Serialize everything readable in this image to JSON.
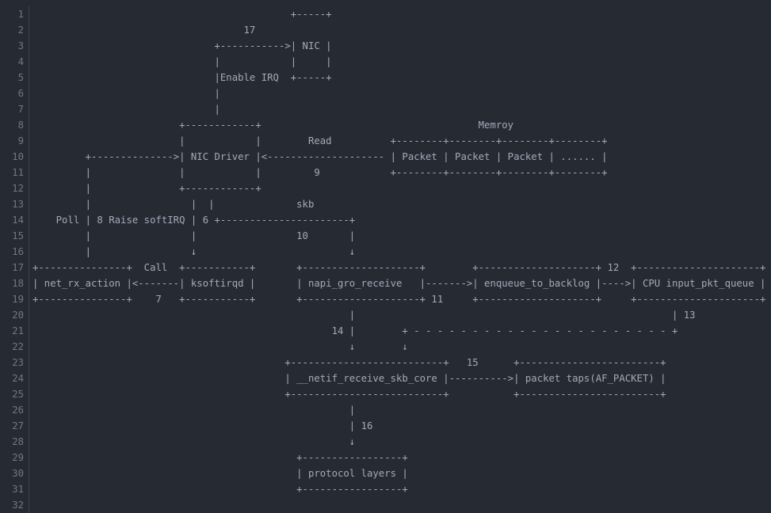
{
  "editor": {
    "colors": {
      "background": "#262b33",
      "gutter_text": "#6e7787",
      "gutter_border": "#3a404c",
      "code_text": "#a2aab9"
    },
    "lines": [
      {
        "number": "1",
        "segments": [
          [
            44,
            "+-----+"
          ]
        ]
      },
      {
        "number": "2",
        "segments": [
          [
            36,
            "17"
          ]
        ]
      },
      {
        "number": "3",
        "segments": [
          [
            31,
            "+----------->| NIC |"
          ]
        ]
      },
      {
        "number": "4",
        "segments": [
          [
            31,
            "|"
          ],
          [
            44,
            "|"
          ],
          [
            50,
            "|"
          ]
        ]
      },
      {
        "number": "5",
        "segments": [
          [
            31,
            "|Enable IRQ"
          ],
          [
            44,
            "+-----+"
          ]
        ]
      },
      {
        "number": "6",
        "segments": [
          [
            31,
            "|"
          ]
        ]
      },
      {
        "number": "7",
        "segments": [
          [
            31,
            "|"
          ]
        ]
      },
      {
        "number": "8",
        "segments": [
          [
            25,
            "+------------+"
          ],
          [
            76,
            "Memroy"
          ]
        ]
      },
      {
        "number": "9",
        "segments": [
          [
            25,
            "|"
          ],
          [
            38,
            "|"
          ],
          [
            47,
            "Read"
          ],
          [
            61,
            "+--------+--------+--------+--------+"
          ]
        ]
      },
      {
        "number": "10",
        "segments": [
          [
            9,
            "+-------------->| NIC Driver |<--------------------"
          ],
          [
            61,
            "| Packet | Packet | Packet | ...... |"
          ]
        ]
      },
      {
        "number": "11",
        "segments": [
          [
            9,
            "|"
          ],
          [
            25,
            "|"
          ],
          [
            38,
            "|"
          ],
          [
            48,
            "9"
          ],
          [
            61,
            "+--------+--------+--------+--------+"
          ]
        ]
      },
      {
        "number": "12",
        "segments": [
          [
            9,
            "|"
          ],
          [
            25,
            "+------------+"
          ]
        ]
      },
      {
        "number": "13",
        "segments": [
          [
            9,
            "|"
          ],
          [
            27,
            "|"
          ],
          [
            30,
            "|"
          ],
          [
            45,
            "skb"
          ]
        ]
      },
      {
        "number": "14",
        "segments": [
          [
            4,
            "Poll | 8"
          ],
          [
            13,
            "Raise softIRQ | 6 +----------------------+"
          ]
        ]
      },
      {
        "number": "15",
        "segments": [
          [
            9,
            "|"
          ],
          [
            27,
            "|"
          ],
          [
            45,
            "10"
          ],
          [
            54,
            "|"
          ]
        ]
      },
      {
        "number": "16",
        "segments": [
          [
            9,
            "|"
          ],
          [
            27,
            "↓"
          ],
          [
            54,
            "↓"
          ]
        ]
      },
      {
        "number": "17",
        "segments": [
          [
            0,
            "+---------------+"
          ],
          [
            19,
            "Call"
          ],
          [
            25,
            "+-----------+"
          ],
          [
            45,
            "+--------------------+"
          ],
          [
            75,
            "+--------------------+"
          ],
          [
            98,
            "12"
          ],
          [
            102,
            "+---------------------+"
          ]
        ]
      },
      {
        "number": "18",
        "segments": [
          [
            0,
            "| net_rx_action |<-------| ksoftirqd |"
          ],
          [
            45,
            "| napi_gro_receive   |------->| enqueue_to_backlog |---->| CPU input_pkt_queue |"
          ]
        ]
      },
      {
        "number": "19",
        "segments": [
          [
            0,
            "+---------------+"
          ],
          [
            21,
            "7"
          ],
          [
            25,
            "+-----------+"
          ],
          [
            45,
            "+--------------------+"
          ],
          [
            68,
            "11"
          ],
          [
            75,
            "+--------------------+"
          ],
          [
            102,
            "+---------------------+"
          ]
        ]
      },
      {
        "number": "20",
        "segments": [
          [
            54,
            "|"
          ],
          [
            109,
            "| 13"
          ]
        ]
      },
      {
        "number": "21",
        "segments": [
          [
            51,
            "14 |"
          ],
          [
            63,
            "+ - - - - - - - - - - - - - - - - - - - - - - +"
          ]
        ]
      },
      {
        "number": "22",
        "segments": [
          [
            54,
            "↓"
          ],
          [
            63,
            "↓"
          ]
        ]
      },
      {
        "number": "23",
        "segments": [
          [
            43,
            "+--------------------------+"
          ],
          [
            74,
            "15"
          ],
          [
            82,
            "+------------------------+"
          ]
        ]
      },
      {
        "number": "24",
        "segments": [
          [
            43,
            "| __netif_receive_skb_core |---------->| packet taps(AF_PACKET) |"
          ]
        ]
      },
      {
        "number": "25",
        "segments": [
          [
            43,
            "+--------------------------+"
          ],
          [
            82,
            "+------------------------+"
          ]
        ]
      },
      {
        "number": "26",
        "segments": [
          [
            54,
            "|"
          ]
        ]
      },
      {
        "number": "27",
        "segments": [
          [
            54,
            "| 16"
          ]
        ]
      },
      {
        "number": "28",
        "segments": [
          [
            54,
            "↓"
          ]
        ]
      },
      {
        "number": "29",
        "segments": [
          [
            45,
            "+-----------------+"
          ]
        ]
      },
      {
        "number": "30",
        "segments": [
          [
            45,
            "| protocol layers |"
          ]
        ]
      },
      {
        "number": "31",
        "segments": [
          [
            45,
            "+-----------------+"
          ]
        ]
      },
      {
        "number": "32",
        "segments": []
      }
    ]
  }
}
